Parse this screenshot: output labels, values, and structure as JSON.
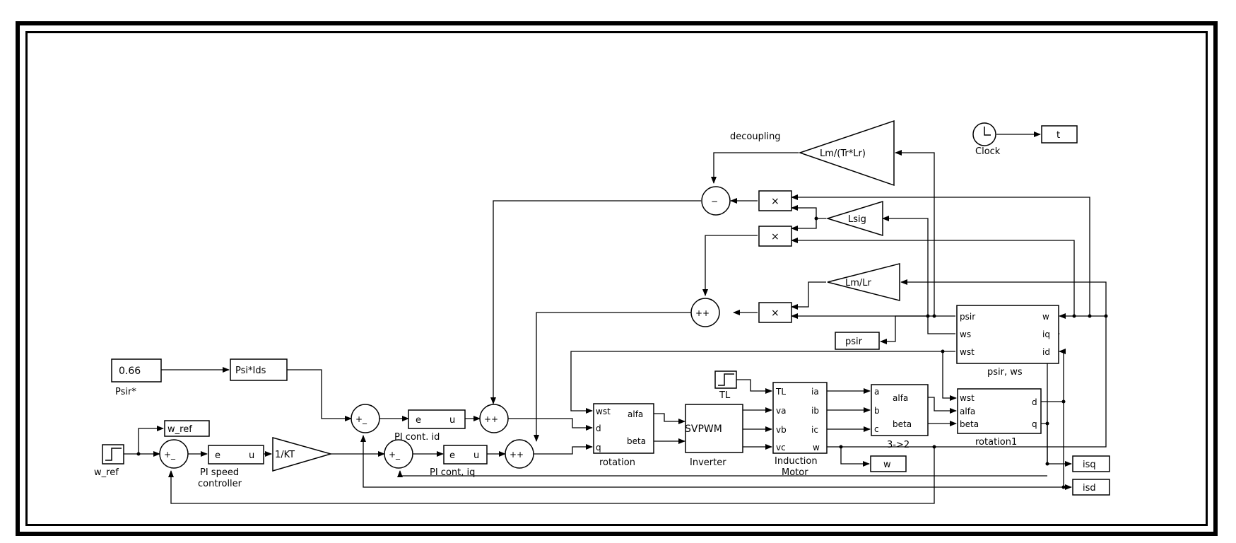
{
  "blocks": {
    "constant": {
      "value": "0.66",
      "caption": "Psir*"
    },
    "psi_ids": {
      "label": "Psi*Ids"
    },
    "step_wref": {
      "caption": "w_ref"
    },
    "wref_out": {
      "label": "w_ref"
    },
    "pi_speed": {
      "in": "e",
      "out": "u",
      "caption1": "PI speed",
      "caption2": "controller"
    },
    "gain_kt": {
      "label": "1/KT"
    },
    "pi_id": {
      "in": "e",
      "out": "u",
      "caption": "PI cont. id"
    },
    "pi_iq": {
      "in": "e",
      "out": "u",
      "caption": "PI cont, iq"
    },
    "decoupling": {
      "caption": "decoupling",
      "label": "Lm/(Tr*Lr)"
    },
    "lsig": {
      "label": "Lsig"
    },
    "lm_lr": {
      "label": "Lm/Lr"
    },
    "product": {
      "label": "×"
    },
    "clock": {
      "caption": "Clock",
      "out_label": "t"
    },
    "psir_out": {
      "label": "psir"
    },
    "psir_ws": {
      "ports_in": [
        "psir",
        "ws",
        "wst"
      ],
      "ports_out": [
        "w",
        "iq",
        "id"
      ],
      "caption": "psir, ws"
    },
    "rotation": {
      "ports_in": [
        "wst",
        "d",
        "q"
      ],
      "ports_out": [
        "alfa",
        "beta"
      ],
      "caption": "rotation"
    },
    "svpwm": {
      "label": "SVPWM",
      "caption": "Inverter"
    },
    "tl_step": {
      "caption": "TL"
    },
    "motor": {
      "ports_in": [
        "TL",
        "va",
        "vb",
        "vc"
      ],
      "ports_out": [
        "ia",
        "ib",
        "ic",
        "w"
      ],
      "caption1": "Induction",
      "caption2": "Motor"
    },
    "w_out": {
      "label": "w"
    },
    "conv32": {
      "ports_in": [
        "a",
        "b",
        "c"
      ],
      "ports_out": [
        "alfa",
        "beta"
      ],
      "caption": "3->2"
    },
    "rotation1": {
      "ports_in": [
        "wst",
        "alfa",
        "beta"
      ],
      "ports_out": [
        "d",
        "q"
      ],
      "caption": "rotation1"
    },
    "isq_out": {
      "label": "isq"
    },
    "isd_out": {
      "label": "isd"
    }
  },
  "sums": {
    "s_speed": "+_",
    "s_id": "+_",
    "s_iq": "+_",
    "s_vd": "++",
    "s_vq": "++",
    "s_top": "−",
    "s_mid": "++"
  }
}
